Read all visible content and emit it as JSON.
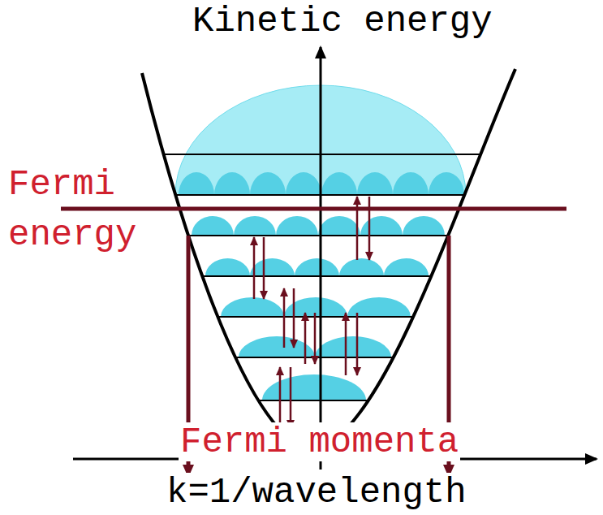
{
  "diagram": {
    "labels": [
      "Kinetic energy",
      "Fermi energy",
      "Fermi momenta",
      "k=1/wavelength"
    ]
  }
}
